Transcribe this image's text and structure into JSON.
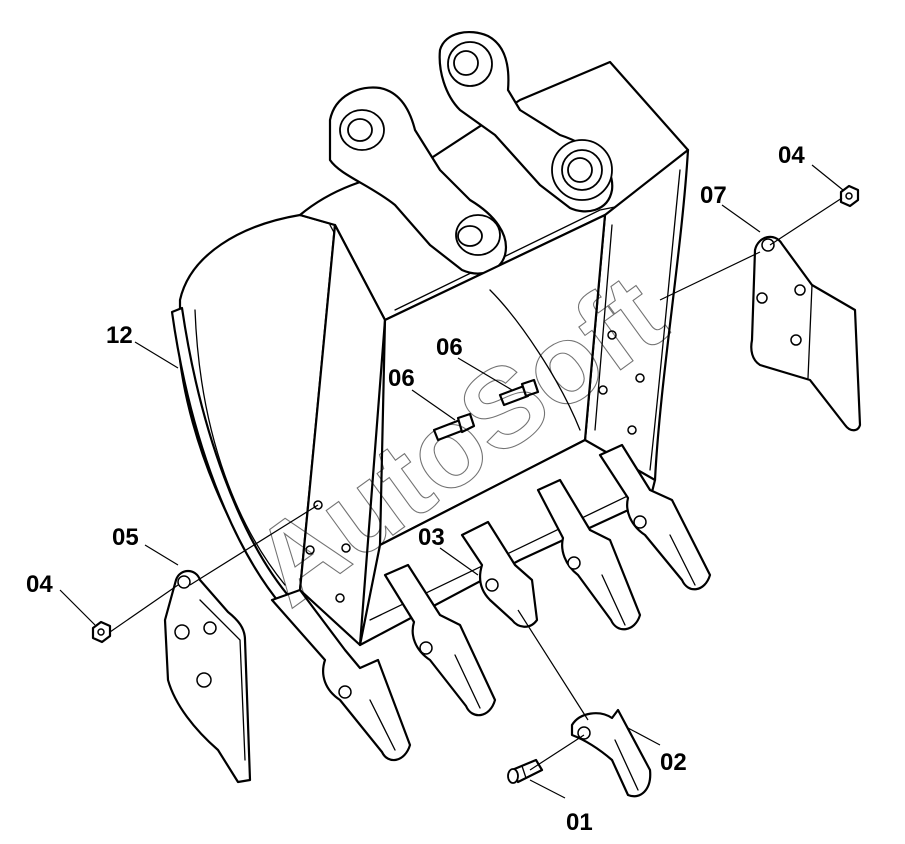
{
  "watermark": "AutoSoft",
  "callouts": {
    "c01": "01",
    "c02": "02",
    "c03": "03",
    "c04a": "04",
    "c04b": "04",
    "c05": "05",
    "c06a": "06",
    "c06b": "06",
    "c07": "07",
    "c12": "12"
  }
}
